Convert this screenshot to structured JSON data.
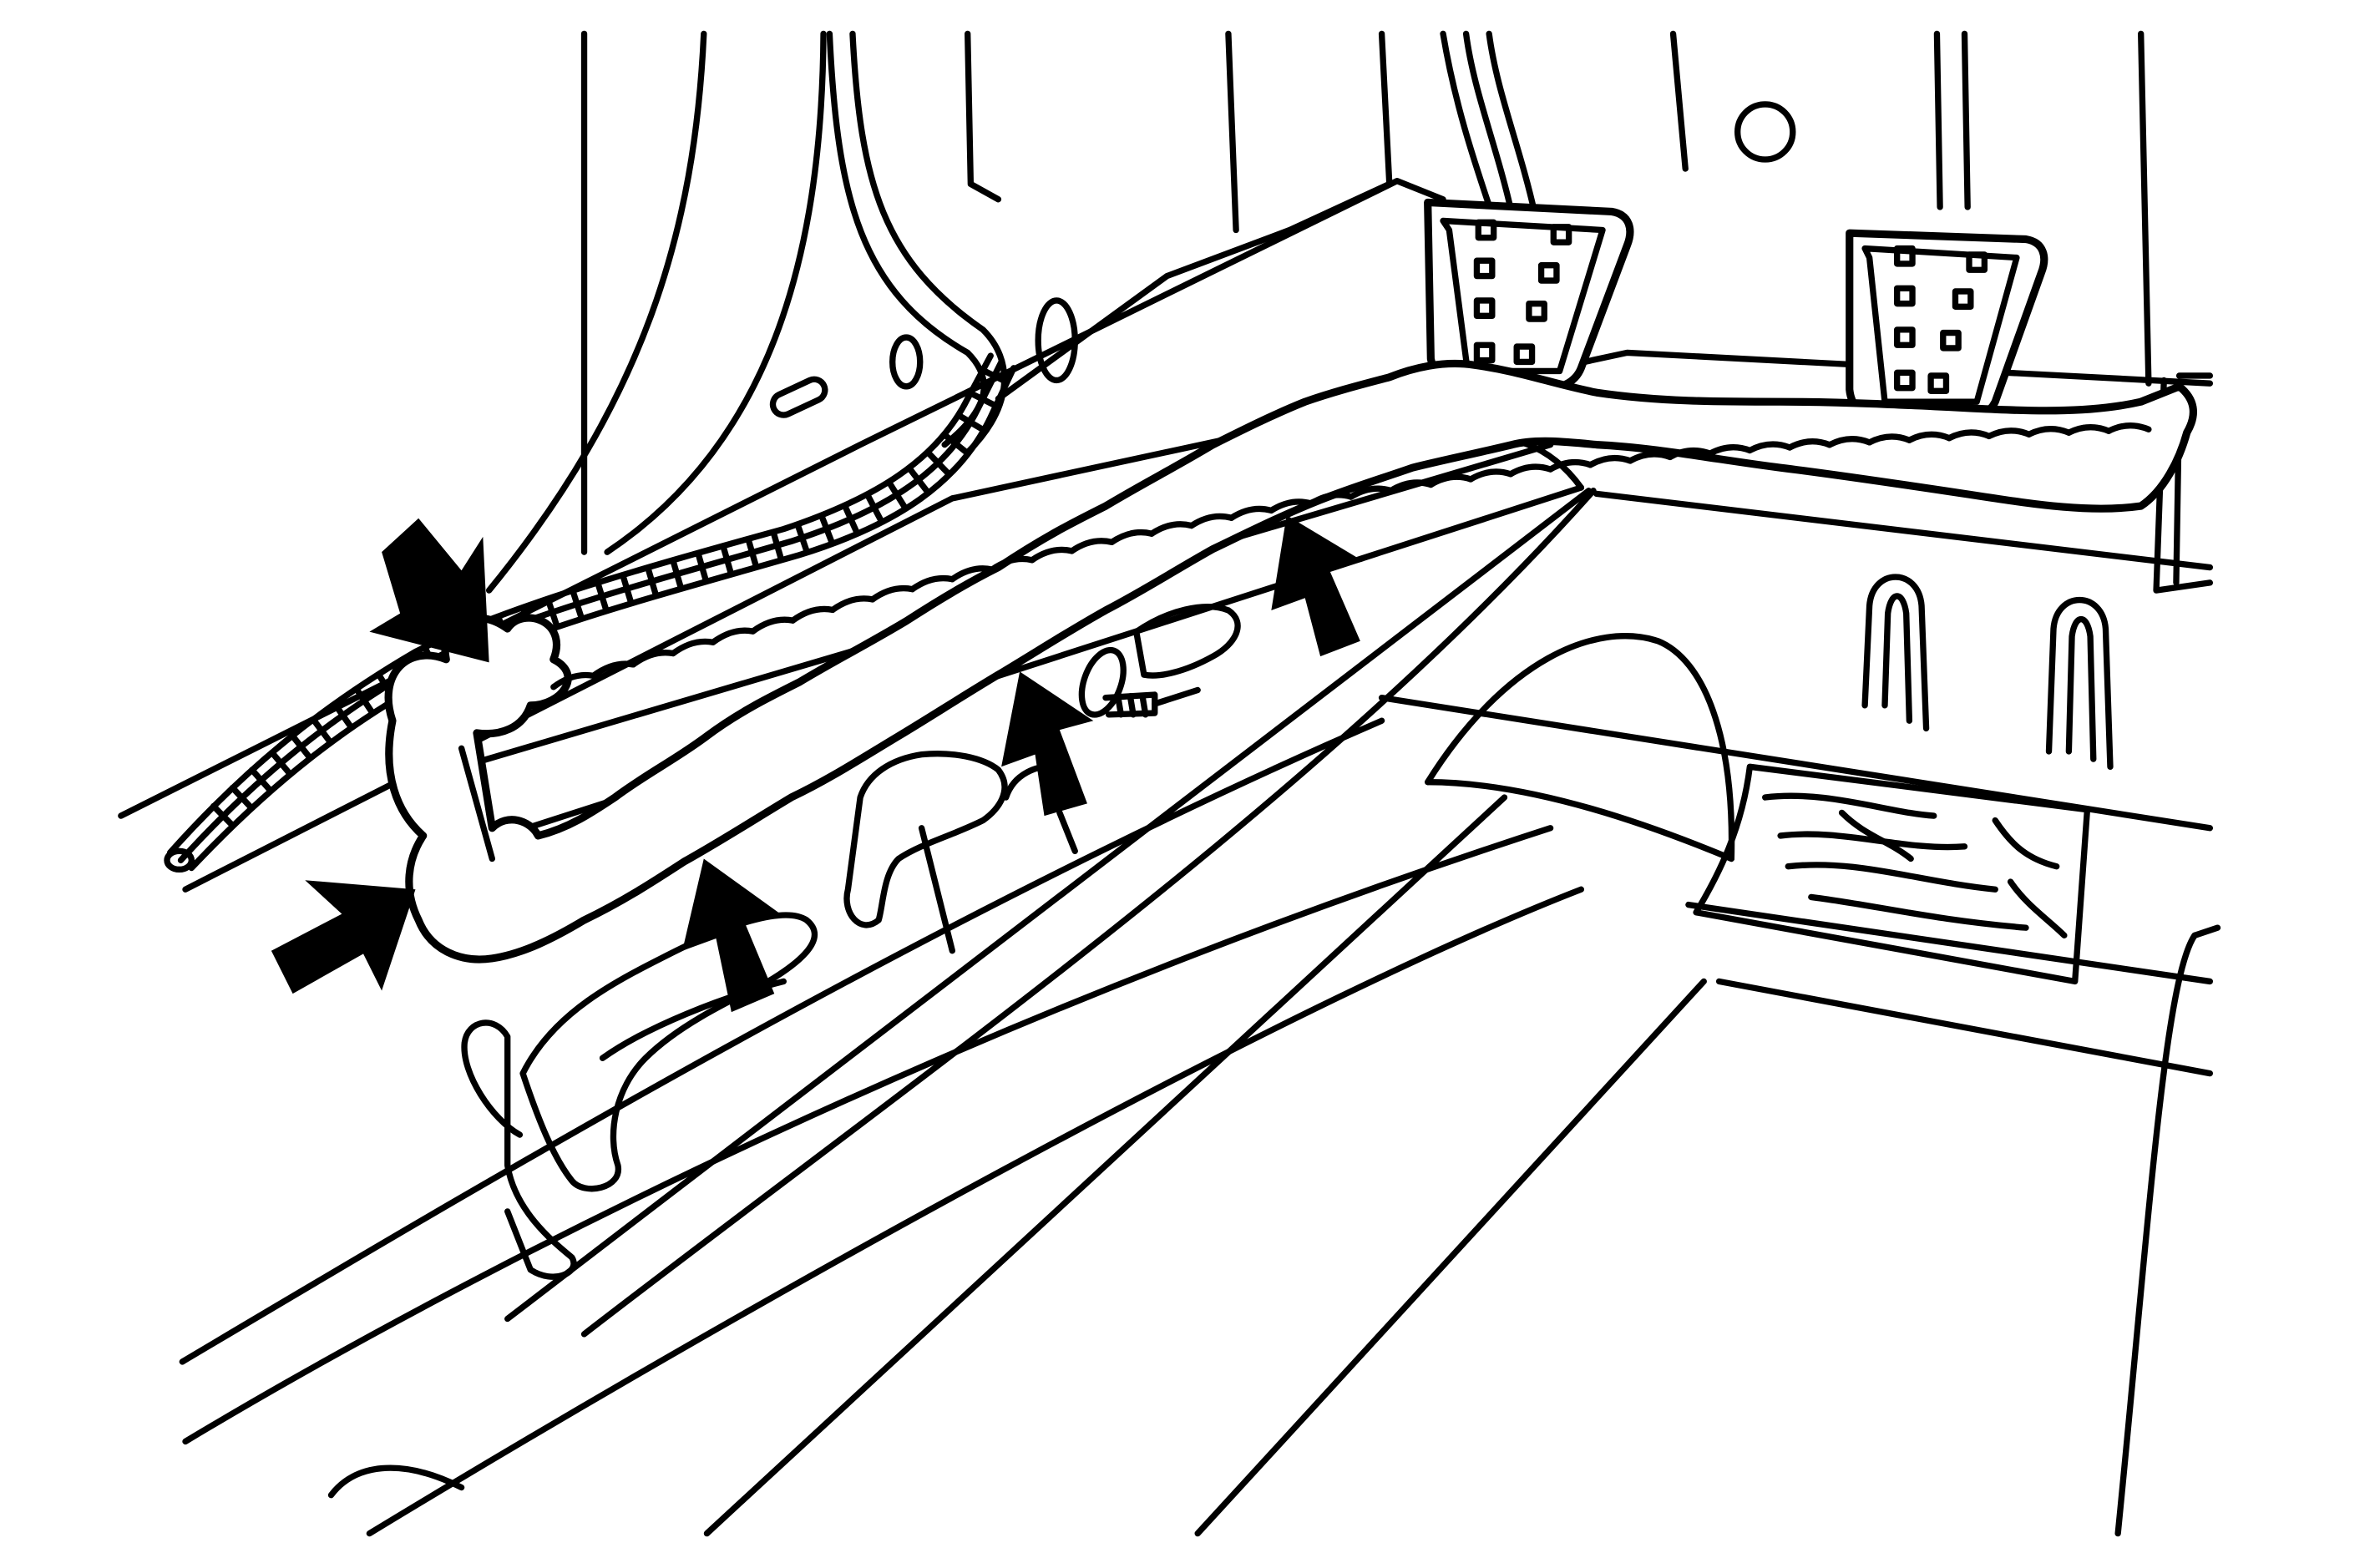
{
  "diagram": {
    "colors": {
      "line": "#000000",
      "background": "#ffffff",
      "arrow": "#000000"
    },
    "components": [
      "door-pillar",
      "floor-panel",
      "brake-pedal",
      "accelerator-pedal",
      "harness-conduit",
      "foam-insulation-bead",
      "retaining-bolt",
      "sill-trim-clips",
      "floor-tape-patch"
    ],
    "callout_arrows": 5
  }
}
